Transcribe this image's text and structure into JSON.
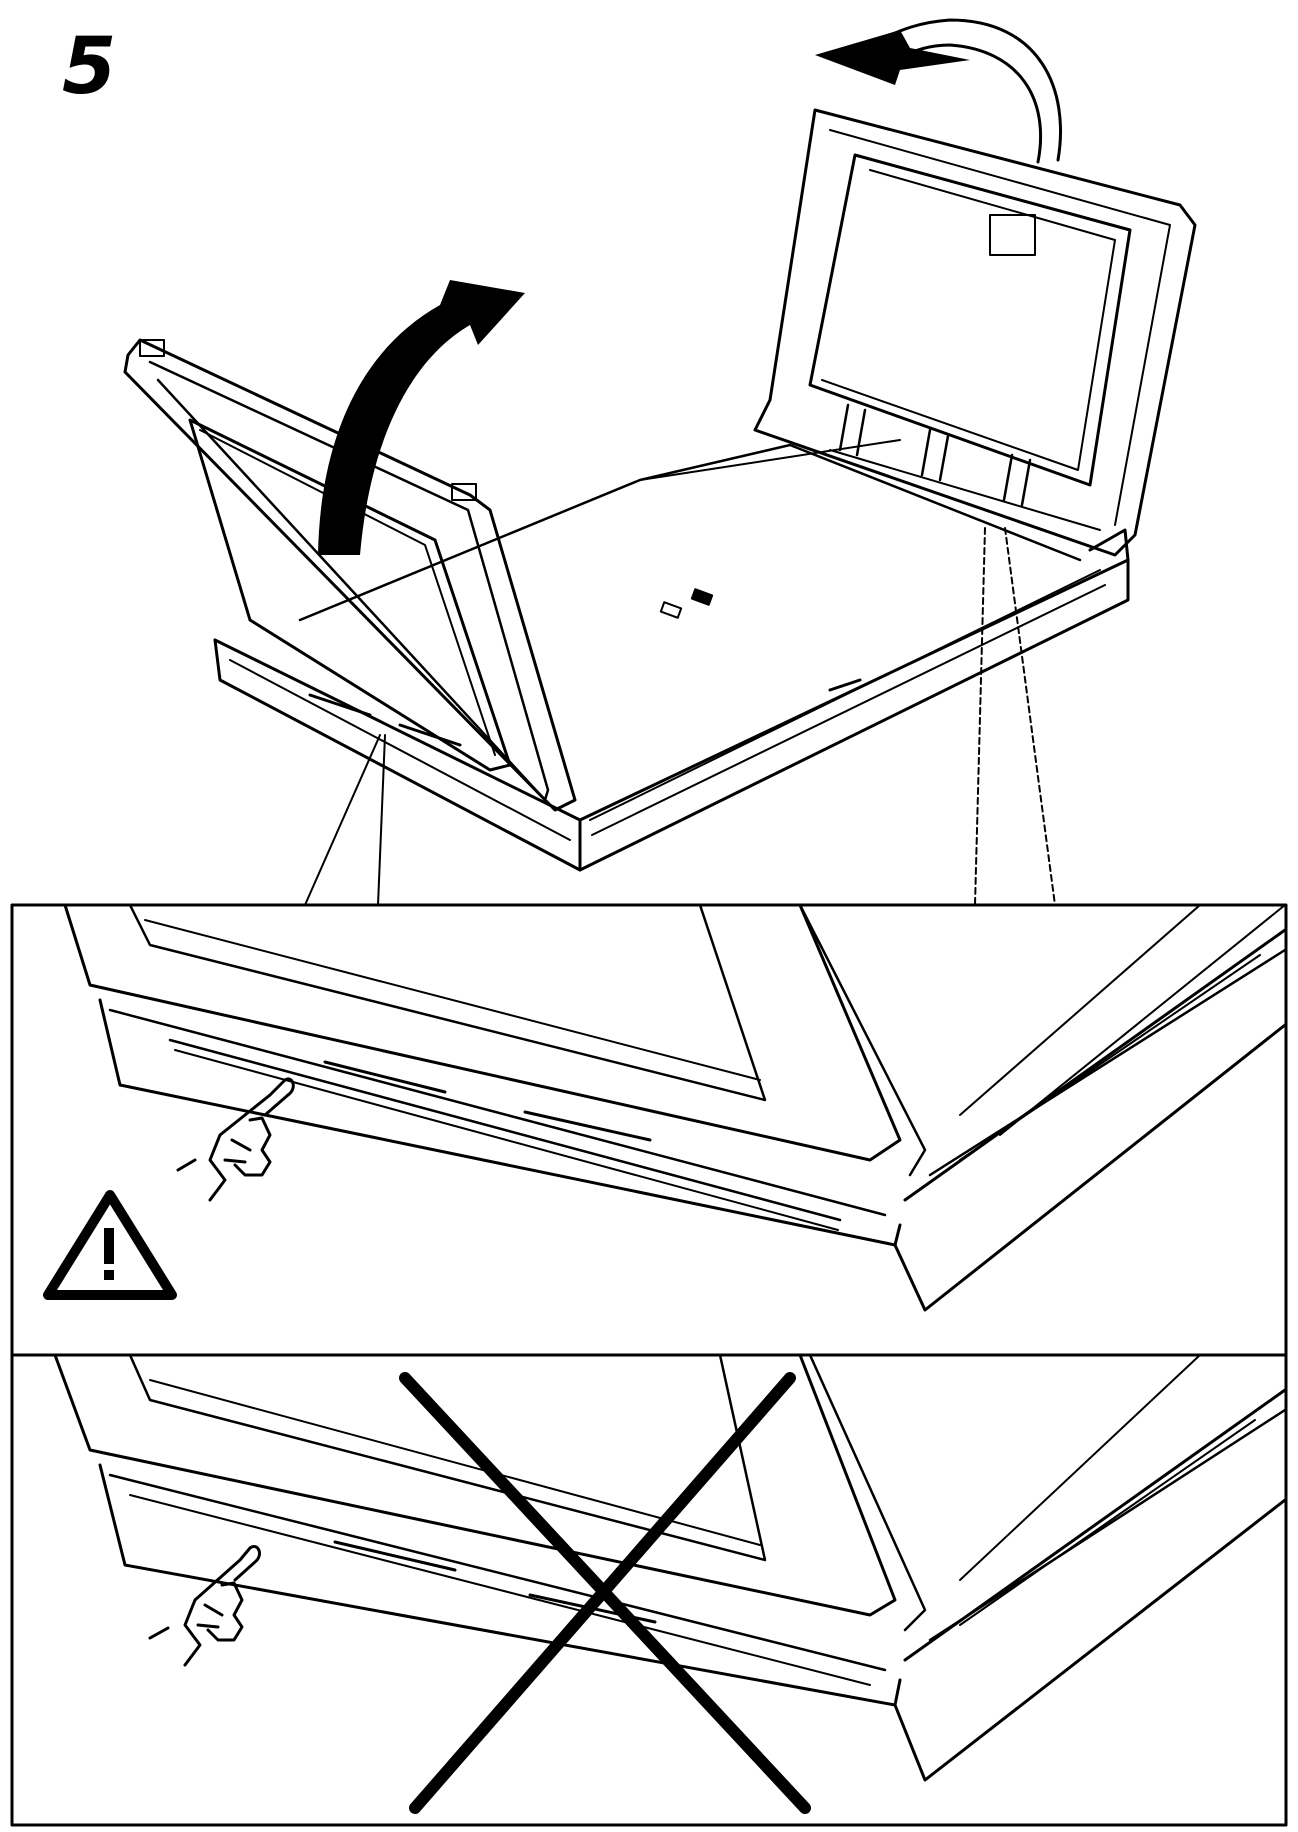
{
  "page": {
    "step_number": "5"
  },
  "panels": {
    "top": {
      "label": "correct-handling"
    },
    "bottom": {
      "label": "incorrect-handling"
    }
  },
  "icons": {
    "warning": "warning-triangle-icon",
    "cross": "cross-mark-icon",
    "hand": "pointing-hand-icon",
    "rotate_arrow": "rotate-arrow-icon"
  },
  "colors": {
    "line": "#000000",
    "fill": "#ffffff",
    "bg": "#ffffff"
  }
}
